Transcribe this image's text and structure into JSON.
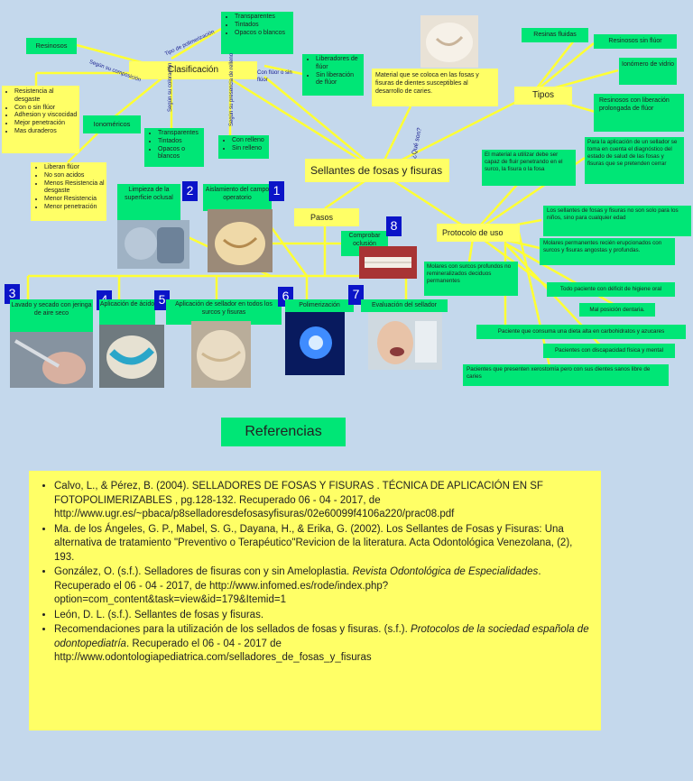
{
  "map": {
    "title": "Sellantes de fosas y fisuras",
    "clasificacion": "Clasificación",
    "tipo_polim_label": "Tipo de polimerización",
    "tipo_polim_items": [
      "Transparentes",
      "Tintados",
      "Opacos o blancos"
    ],
    "segun_composicion_label": "Según su composición",
    "resinosos": "Resinosos",
    "resinosos_items": [
      "Resistencia al desgaste",
      "Con o sin flúor",
      "Adhesion y viscocidad",
      "Mejor penetración",
      "Mas duraderos"
    ],
    "ionomericos": "Ionoméricos",
    "ionomericos_items": [
      "Liberan flúor",
      "No son acidos",
      "Menos Resistencia al desgaste",
      "Menor Resistencia",
      "Menor penetración"
    ],
    "segun_coloracion_label": "Según su coloración",
    "coloracion_items": [
      "Transparentes",
      "Tintados",
      "Opacos o blancos"
    ],
    "segun_relleno_label": "Según su presencia de relleno",
    "relleno_items": [
      "Con relleno",
      "Sin relleno"
    ],
    "con_fluor_label": "Con flúor o sin flúor",
    "fluor_items": [
      "Liberadores de flúor",
      "Sin liberación de flúor"
    ],
    "que_son_label": "¿Qué son?",
    "material_def": "Material que se coloca en las fosas y fisuras de dientes susceptibles al desarrollo de caries.",
    "tipos": "Tipos",
    "tipos_items": [
      "Resinas fluidas",
      "Resinosos sin flúor",
      "Ionómero de vidrio",
      "Resinosos con liberación prolongada de flúor"
    ],
    "protocolo": "Protocolo de uso",
    "protocolo_items": [
      "El material a utilizar debe ser capaz de fluir penetrando en el surco, la fisura o la fosa",
      "Para la aplicación de un sellador se toma en cuenta el diagnóstico del estado de salud de las fosas y fisuras que se pretenden cerrar",
      "Los sellantes de fosas y fisuras no son solo para los niños, sino para cualquier edad",
      "Molares permanentes recién erupcionados con surcos y fisuras angostas y profundas.",
      "Molares con surcos profundos no remineralizados deciduos permanentes",
      "Todo paciente con déficit de higiene oral",
      "Mal posición dentaria.",
      "Paciente que consuma una dieta alta en carbohidratos y azucares",
      "Pacientes con discapacidad física y mental",
      "Pacientes que presenten xerostomía pero con sus dientes sanos libre de caries"
    ],
    "pasos": "Pasos",
    "steps": [
      {
        "num": "1",
        "label": "Aislamiento del campo operatorio"
      },
      {
        "num": "2",
        "label": "Limpieza de la superficie oclusal"
      },
      {
        "num": "3",
        "label": "Lavado y secado con jeringa de aire seco"
      },
      {
        "num": "4",
        "label": "Aplicación de ácido"
      },
      {
        "num": "5",
        "label": "Aplicación de sellador en todos los surcos y fisuras"
      },
      {
        "num": "6",
        "label": "Polimerización"
      },
      {
        "num": "7",
        "label": "Evaluación del sellador"
      },
      {
        "num": "8",
        "label": "Comprobar oclusión"
      }
    ]
  },
  "references": {
    "title": "Referencias",
    "items": [
      {
        "text": "Calvo, L., & Pérez, B. (2004). SELLADORES DE FOSAS Y FISURAS . TÉCNICA DE APLICACIÓN EN SF FOTOPOLIMERIZABLES , pg.128-132. Recuperado 06 - 04 - 2017, de http://www.ugr.es/~pbaca/p8selladoresdefosasyfisuras/02e60099f4106a220/prac08.pdf"
      },
      {
        "text": "Ma. de los Ángeles, G. P., Mabel, S. G., Dayana, H., & Erika, G. (2002). Los Sellantes de Fosas y Fisuras: Una alternativa de tratamiento \"Preventivo o Terapéutico\"Revicion de la literatura. Acta Odontológica Venezolana, (2), 193."
      },
      {
        "pre": "González, O. (s.f.). Selladores de fisuras con y sin Ameloplastia. ",
        "italic": "Revista Odontológica de Especialidades",
        "post": ". Recuperado el 06 - 04 - 2017, de http://www.infomed.es/rode/index.php?option=com_content&task=view&id=179&Itemid=1"
      },
      {
        "text": "León, D. L. (s.f.). Sellantes de fosas y fisuras."
      },
      {
        "pre": "Recomendaciones para la utilización de los sellados de fosas y fisuras. (s.f.). ",
        "italic": "Protocolos de la sociedad española de odontopediatría",
        "post": ". Recuperado el 06 - 04 - 2017 de http://www.odontologiapediatrica.com/selladores_de_fosas_y_fisuras"
      }
    ]
  },
  "colors": {
    "background": "#c4d8ec",
    "node_green": "#00e676",
    "node_yellow": "#ffff66",
    "connector": "#ffff33",
    "step_number": "#0b14c8"
  }
}
